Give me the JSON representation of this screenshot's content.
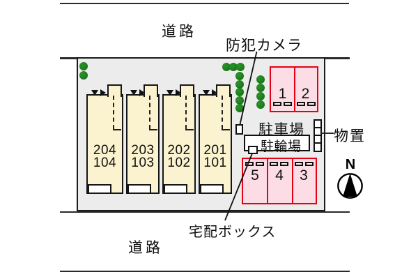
{
  "colors": {
    "site_bg": "#ececec",
    "outline": "#1b1b1b",
    "building_fill": "#fbf3cf",
    "parking_fill": "#fcdde6",
    "parking_border": "#e40016",
    "tree_green": "#1e7e1e"
  },
  "roads": {
    "top": "道路",
    "bottom": "道路"
  },
  "labels": {
    "security_camera": "防犯カメラ",
    "parking_lot": "駐車場",
    "bicycle_parking": "駐輪場",
    "storage": "物置",
    "delivery_box": "宅配ボックス",
    "compass_north": "N"
  },
  "building": {
    "units": [
      {
        "upper": "204",
        "lower": "104"
      },
      {
        "upper": "203",
        "lower": "103"
      },
      {
        "upper": "202",
        "lower": "102"
      },
      {
        "upper": "201",
        "lower": "101"
      }
    ]
  },
  "parking": {
    "upper_row_spaces": [
      "1",
      "2"
    ],
    "lower_row_spaces": [
      "5",
      "4",
      "3"
    ]
  },
  "icons": {
    "tree": "green-circle",
    "compass": "circle-with-black-north-needle",
    "entrance_marker": "down-and-right-black-triangles",
    "wheel_stop": "small-white-dash"
  }
}
